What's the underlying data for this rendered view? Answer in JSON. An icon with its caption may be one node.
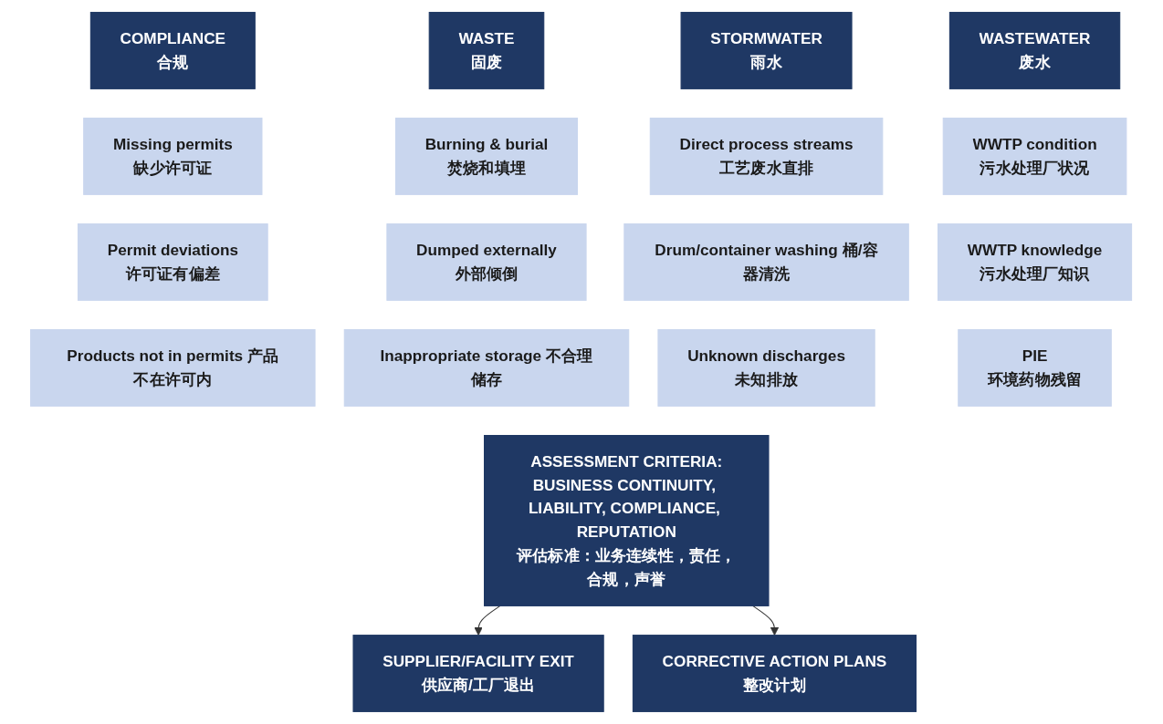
{
  "diagram": {
    "nodes": [
      {
        "text": [
          "COMPLIANCE",
          "合规"
        ]
      },
      {
        "text": [
          "WASTE",
          "固废"
        ]
      },
      {
        "text": [
          "STORMWATER",
          "雨水"
        ]
      },
      {
        "text": [
          "WASTEWATER",
          "废水"
        ]
      },
      {
        "text": [
          "Missing permits",
          "缺少许可证"
        ]
      },
      {
        "text": [
          "Burning & burial",
          "焚烧和填埋"
        ]
      },
      {
        "text": [
          "Direct process streams",
          "工艺废水直排"
        ]
      },
      {
        "text": [
          "WWTP condition",
          "污水处理厂状况"
        ]
      },
      {
        "text": [
          "Permit deviations",
          "许可证有偏差"
        ]
      },
      {
        "text": [
          "Dumped externally",
          "外部倾倒"
        ]
      },
      {
        "text": [
          "Drum/container washing 桶/容器清洗"
        ]
      },
      {
        "text": [
          "WWTP knowledge",
          "污水处理厂知识"
        ]
      },
      {
        "text": [
          "Products not in permits 产品不在许可内"
        ]
      },
      {
        "text": [
          "Inappropriate storage 不合理储存"
        ]
      },
      {
        "text": [
          "Unknown discharges",
          "未知排放"
        ]
      },
      {
        "text": [
          "PIE",
          "环境药物残留"
        ]
      },
      {
        "text": [
          "ASSESSMENT CRITERIA:",
          "BUSINESS CONTINUITY, LIABILITY, COMPLIANCE, REPUTATION",
          "评估标准：业务连续性，责任，合规，声誉"
        ]
      },
      {
        "text": [
          "SUPPLIER/FACILITY EXIT",
          "供应商/工厂退出"
        ]
      },
      {
        "text": [
          "CORRECTIVE ACTION PLANS",
          "整改计划"
        ]
      }
    ],
    "edges": [
      {
        "from": 16,
        "to": 17,
        "arrow": "to"
      },
      {
        "from": 16,
        "to": 18,
        "arrow": "to"
      }
    ]
  }
}
